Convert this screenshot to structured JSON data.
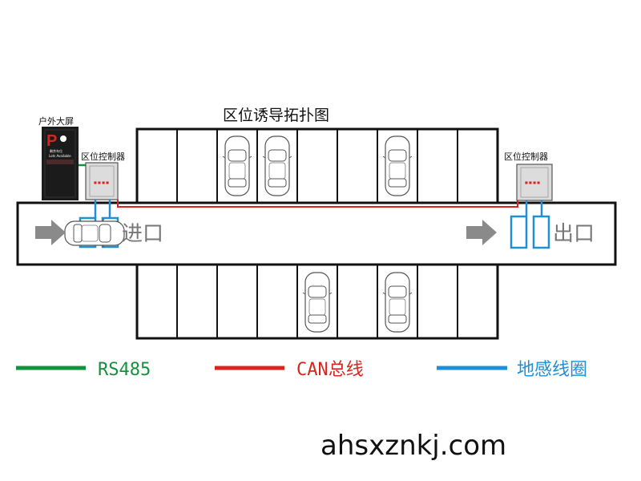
{
  "title": "区位诱导拓扑图",
  "outdoor_screen": {
    "label": "户外大屏",
    "symbol": "P",
    "line1": "剩余车位",
    "line2": "Lots Available"
  },
  "controller_left": {
    "label": "区位控制器"
  },
  "controller_right": {
    "label": "区位控制器"
  },
  "entrance_label": "进口",
  "exit_label": "出口",
  "legend": [
    {
      "name": "rs485",
      "label": "RS485",
      "color": "#14913c"
    },
    {
      "name": "can",
      "label": "CAN总线",
      "color": "#d7261e"
    },
    {
      "name": "loop",
      "label": "地感线圈",
      "color": "#1f8fd6"
    }
  ],
  "website": "ahsxznkj.com",
  "colors": {
    "lane_border": "#111111",
    "arrow": "#8a8a8a",
    "controller_fill": "#dcdcdc",
    "screen_fill": "#1b1b1b",
    "screen_p": "#d7261e"
  }
}
